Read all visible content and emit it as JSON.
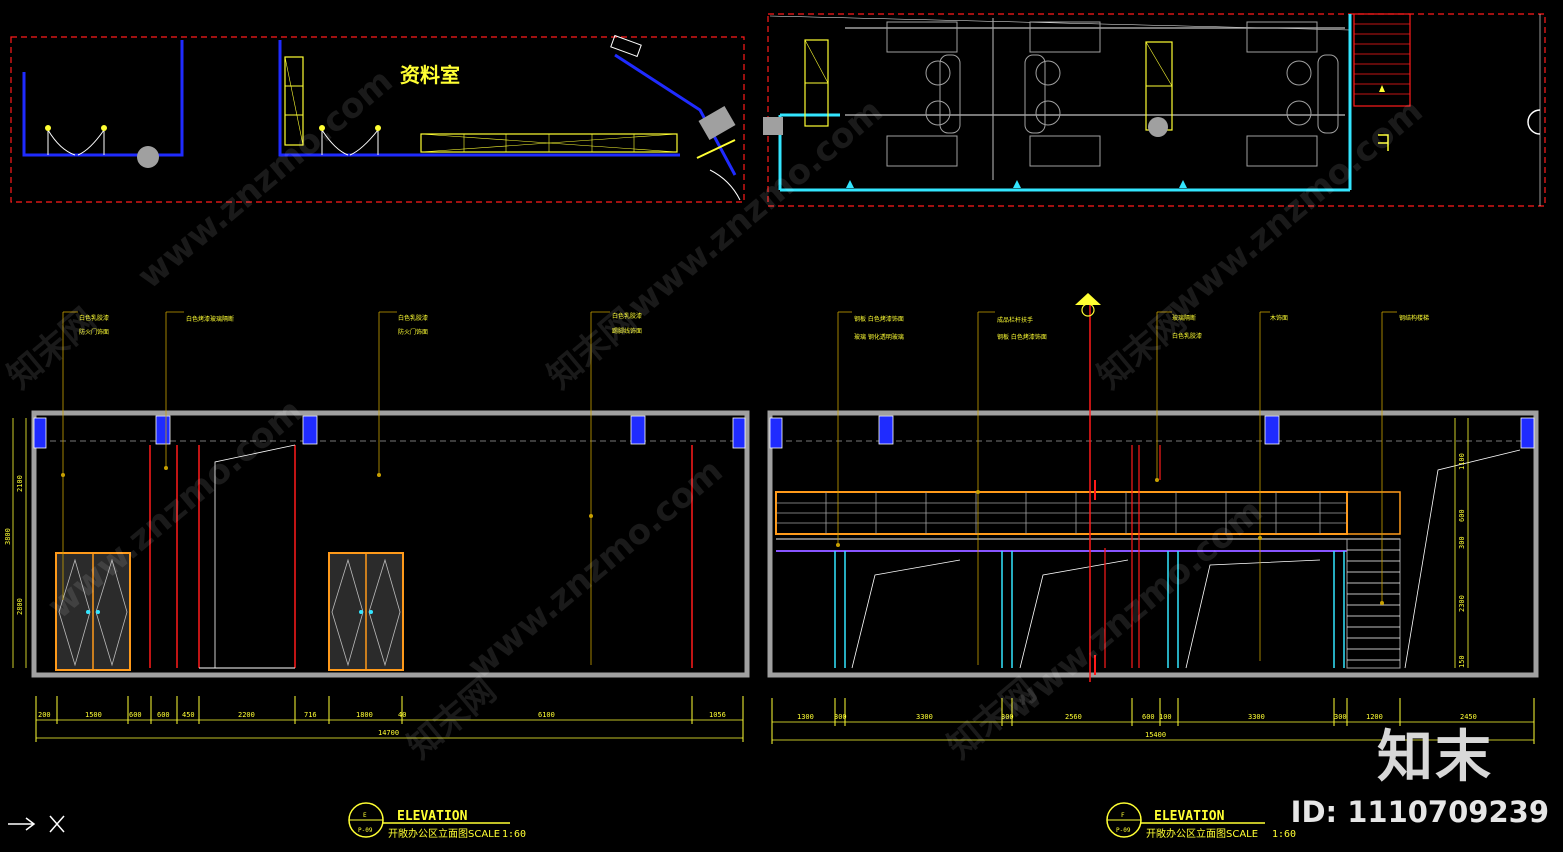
{
  "plan_top_left": {
    "room_label": "资料室"
  },
  "elevation_e": {
    "sheet_letter": "E",
    "sheet_ref": "P-09",
    "title": "ELEVATION",
    "subtitle": "开敞办公区立面图SCALE",
    "scale": "1:60",
    "leaders": [
      "白色乳胶漆",
      "防火门饰面",
      "白色烤漆玻璃隔断",
      "白色乳胶漆",
      "防火门饰面",
      "白色乳胶漆",
      "踢脚线饰面"
    ],
    "dims_bottom": [
      "200",
      "1500",
      "600",
      "600",
      "450",
      "2200",
      "716",
      "1800",
      "40",
      "6100",
      "1056"
    ],
    "dim_total": "14700",
    "dims_left": [
      "2100",
      "3800",
      "2800"
    ]
  },
  "elevation_f": {
    "sheet_letter": "F",
    "sheet_ref": "P-09",
    "title": "ELEVATION",
    "subtitle": "开敞办公区立面图SCALE",
    "scale": "1:60",
    "leaders": [
      "钢板 白色烤漆饰面",
      "玻璃 钢化透明玻璃",
      "成品栏杆扶手",
      "钢板 白色烤漆饰面",
      "玻璃隔断",
      "白色乳胶漆",
      "木饰面",
      "钢结构楼梯"
    ],
    "dims_bottom": [
      "1300",
      "300",
      "3300",
      "300",
      "2560",
      "600",
      "100",
      "3300",
      "300",
      "1200",
      "2450"
    ],
    "dim_total": "15400",
    "dims_right": [
      "1100",
      "600",
      "300",
      "2300",
      "150"
    ]
  },
  "watermarks": [
    "www.znzmo.com",
    "知末网"
  ],
  "brand": "知末",
  "image_id": "ID: 1110709239",
  "colors": {
    "background": "#000000",
    "wall_blue": "#1f2bff",
    "dash_red": "#ff1a1a",
    "yellow": "#ffff33",
    "cyan": "#33e6ff",
    "orange": "#ff9a1a",
    "grey": "#a0a0a0"
  }
}
